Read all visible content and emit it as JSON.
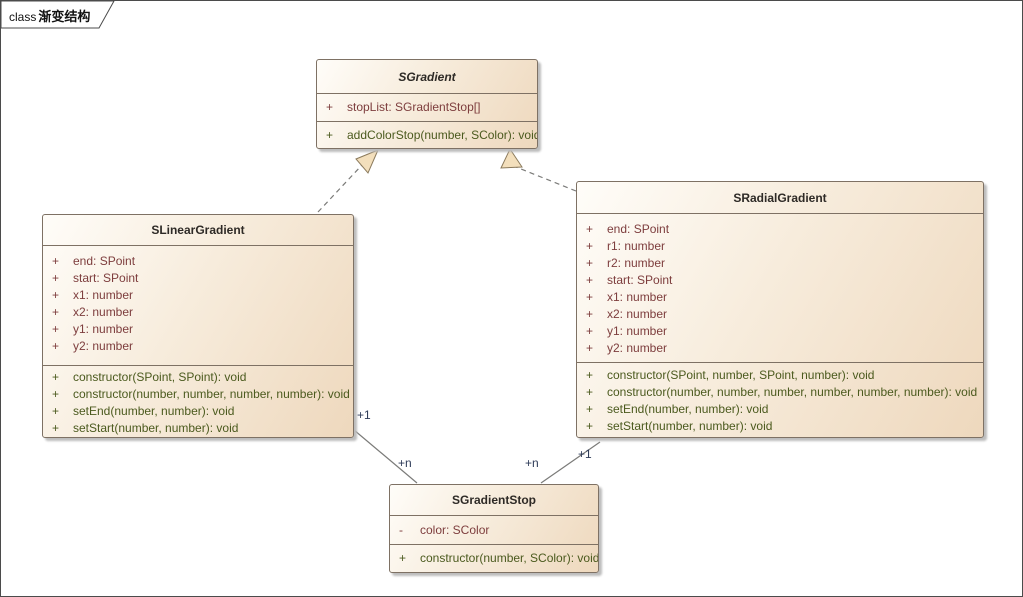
{
  "frame": {
    "keyword": "class",
    "title": "渐变结构"
  },
  "classes": [
    {
      "name": "SGradient",
      "abstract": true,
      "attributes": [
        {
          "sign": "+",
          "text": "stopList: SGradientStop[]"
        }
      ],
      "methods": [
        {
          "sign": "+",
          "text": "addColorStop(number, SColor): void"
        }
      ]
    },
    {
      "name": "SLinearGradient",
      "abstract": false,
      "attributes": [
        {
          "sign": "+",
          "text": "end: SPoint"
        },
        {
          "sign": "+",
          "text": "start: SPoint"
        },
        {
          "sign": "+",
          "text": "x1: number"
        },
        {
          "sign": "+",
          "text": "x2: number"
        },
        {
          "sign": "+",
          "text": "y1: number"
        },
        {
          "sign": "+",
          "text": "y2: number"
        }
      ],
      "methods": [
        {
          "sign": "+",
          "text": "constructor(SPoint, SPoint): void"
        },
        {
          "sign": "+",
          "text": "constructor(number, number, number, number): void"
        },
        {
          "sign": "+",
          "text": "setEnd(number, number): void"
        },
        {
          "sign": "+",
          "text": "setStart(number, number): void"
        }
      ]
    },
    {
      "name": "SRadialGradient",
      "abstract": false,
      "attributes": [
        {
          "sign": "+",
          "text": "end: SPoint"
        },
        {
          "sign": "+",
          "text": "r1: number"
        },
        {
          "sign": "+",
          "text": "r2: number"
        },
        {
          "sign": "+",
          "text": "start: SPoint"
        },
        {
          "sign": "+",
          "text": "x1: number"
        },
        {
          "sign": "+",
          "text": "x2: number"
        },
        {
          "sign": "+",
          "text": "y1: number"
        },
        {
          "sign": "+",
          "text": "y2: number"
        }
      ],
      "methods": [
        {
          "sign": "+",
          "text": "constructor(SPoint, number, SPoint, number): void"
        },
        {
          "sign": "+",
          "text": "constructor(number, number, number, number, number, number): void"
        },
        {
          "sign": "+",
          "text": "setEnd(number, number): void"
        },
        {
          "sign": "+",
          "text": "setStart(number, number): void"
        }
      ]
    },
    {
      "name": "SGradientStop",
      "abstract": false,
      "attributes": [
        {
          "sign": "-",
          "text": "color: SColor"
        }
      ],
      "methods": [
        {
          "sign": "+",
          "text": "constructor(number, SColor): void"
        }
      ]
    }
  ],
  "connectors": {
    "generalizations": [
      {
        "from": "SLinearGradient",
        "to": "SGradient",
        "style": "dashed-realization"
      },
      {
        "from": "SRadialGradient",
        "to": "SGradient",
        "style": "dashed-realization"
      }
    ],
    "associations": [
      {
        "from": "SLinearGradient",
        "from_label": "+1",
        "to": "SGradientStop",
        "to_label": "+n"
      },
      {
        "from": "SRadialGradient",
        "from_label": "+1",
        "to": "SGradientStop",
        "to_label": "+n"
      }
    ]
  },
  "colors": {
    "box_fill_light": "#fffdf9",
    "box_fill_dark": "#eed8bd",
    "box_border": "#7e7164",
    "attribute_text": "#7d3d3d",
    "method_text": "#4b5a1e",
    "title_text": "#2e2a26",
    "multiplicity_text": "#2e3b58",
    "connector_line": "#7b7b79",
    "arrowhead_fill": "#f3dfbc"
  }
}
